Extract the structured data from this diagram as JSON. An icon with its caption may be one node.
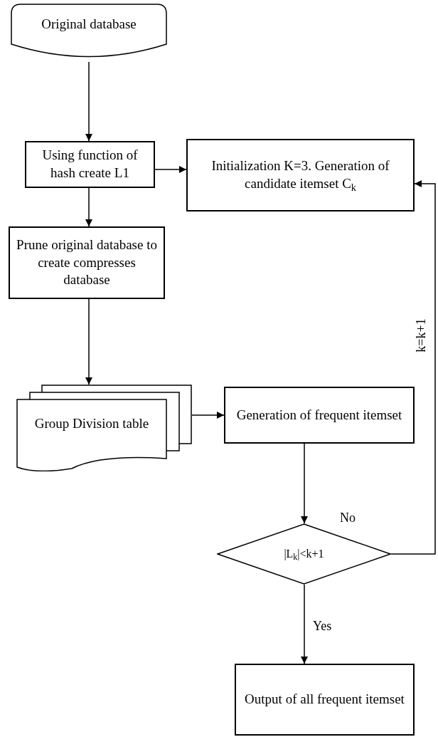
{
  "diagram": {
    "nodes": [
      {
        "text": [
          "Original database"
        ]
      },
      {
        "text": [
          "Using function of hash create L1"
        ]
      },
      {
        "text": [
          "Initialization K=3. Generation of candidate itemset C$_{k}$"
        ]
      },
      {
        "text": [
          "Prune original database to create compresses database"
        ]
      },
      {
        "text": [
          "Group Division table"
        ]
      },
      {
        "text": [
          "Generation of frequent itemset"
        ]
      },
      {
        "text": [
          "|L$_{k}$|<k+1"
        ]
      },
      {
        "text": [
          "Output of all frequent itemset"
        ]
      }
    ],
    "edges": [
      {
        "from": 0,
        "to": 1,
        "arrow": "to"
      },
      {
        "from": 1,
        "to": 2,
        "arrow": "to"
      },
      {
        "from": 1,
        "to": 3,
        "arrow": "to"
      },
      {
        "from": 3,
        "to": 4,
        "arrow": "to"
      },
      {
        "from": 4,
        "to": 5,
        "arrow": "to"
      },
      {
        "from": 5,
        "to": 6,
        "arrow": "to"
      },
      {
        "from": 6,
        "to": 2,
        "arrow": "to",
        "label": "No"
      },
      {
        "from": 6,
        "to": 7,
        "arrow": "to",
        "label": "Yes"
      }
    ],
    "labels": [
      "k=k+1"
    ]
  }
}
